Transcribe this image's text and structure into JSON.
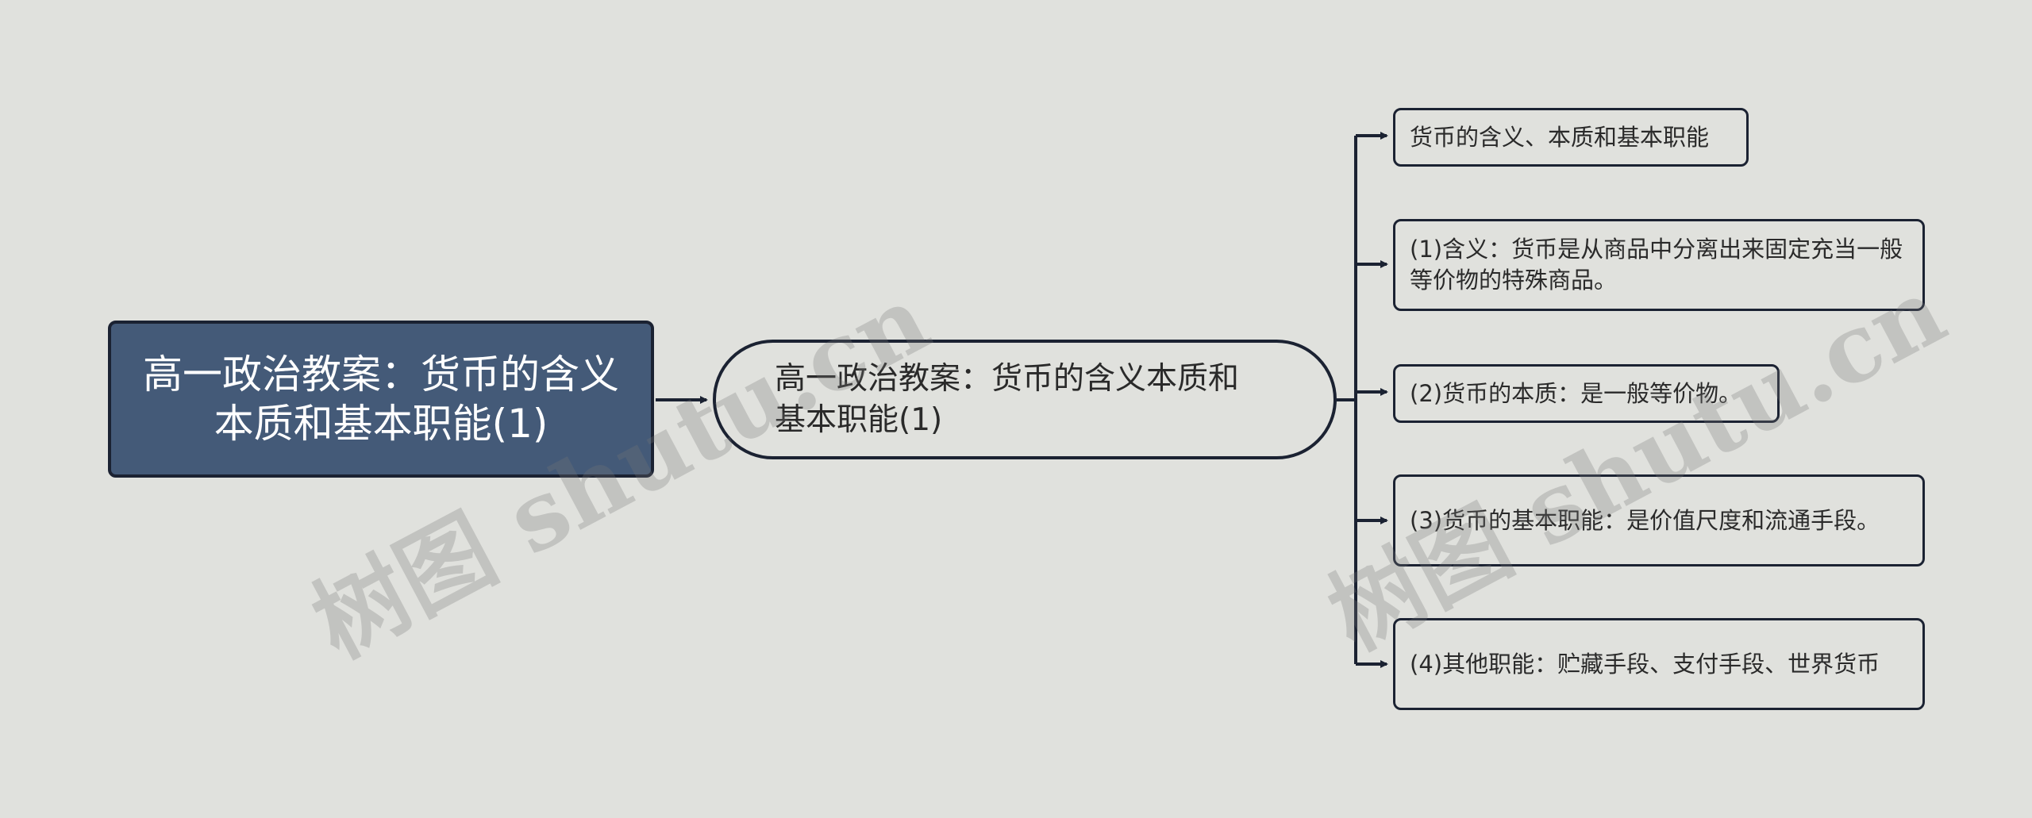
{
  "root": {
    "label": "高一政治教案：货币的含义本质和基本职能(1)"
  },
  "main_topic": {
    "label": "高一政治教案：货币的含义本质和基本职能(1)"
  },
  "subtopics": [
    {
      "label": "货币的含义、本质和基本职能"
    },
    {
      "label": "(1)含义：货币是从商品中分离出来固定充当一般等价物的特殊商品。"
    },
    {
      "label": "(2)货币的本质：是一般等价物。"
    },
    {
      "label": "(3)货币的基本职能：是价值尺度和流通手段。"
    },
    {
      "label": "(4)其他职能：贮藏手段、支付手段、世界货币"
    }
  ],
  "watermarks": [
    {
      "text": "树图 shutu.cn"
    },
    {
      "text": "树图 shutu.cn"
    }
  ],
  "colors": {
    "background": "#e0e1dd",
    "root_fill": "#445a78",
    "line": "#1b2232",
    "text": "#2a2a2a"
  }
}
